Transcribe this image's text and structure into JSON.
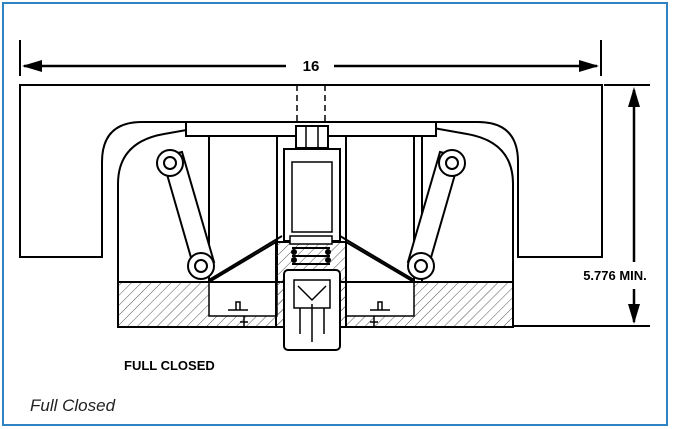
{
  "figure": {
    "dimension_width": "16",
    "dimension_height": "5.776 MIN.",
    "state_label": "FULL CLOSED",
    "caption": "Full Closed"
  },
  "colors": {
    "frame_border": "#2f83c2",
    "line": "#000000",
    "hatch": "#555555"
  }
}
